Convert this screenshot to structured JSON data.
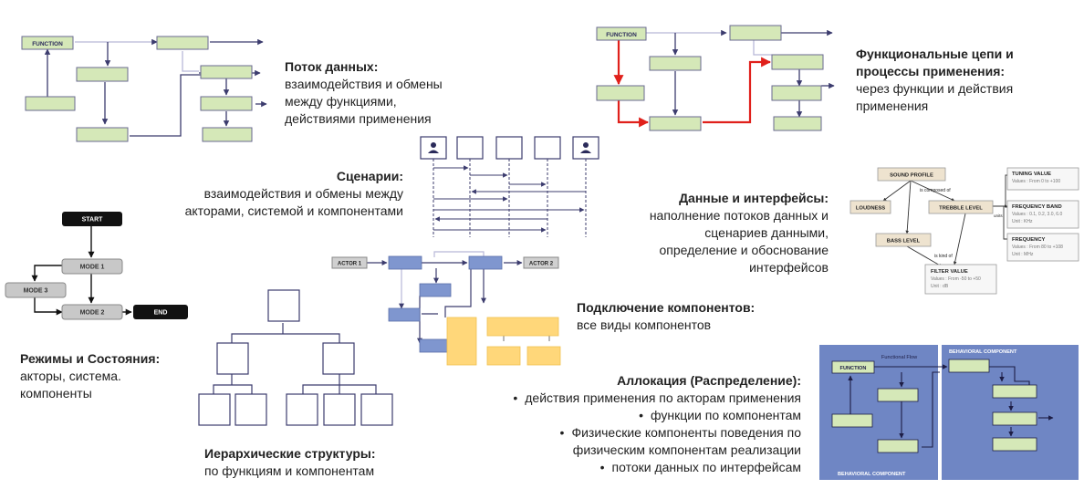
{
  "colors": {
    "green_fill": "#d5e8b8",
    "green_stroke": "#5a5a8a",
    "arrow_navy": "#3c3c6e",
    "highlight_red": "#e0201b",
    "blue_box": "#7f96cf",
    "yellow_box": "#ffd77a",
    "alloc_bg": "#6f86c4",
    "mode_gray": "#c8c8c8",
    "mode_black": "#111111"
  },
  "captions": {
    "data_flow": {
      "title": "Поток данных:",
      "lines": [
        "взаимодействия и обмены",
        "между функциями,",
        "действиями применения"
      ]
    },
    "functional_chains": {
      "title_lines": [
        "Функциональные цепи и",
        "процессы применения:"
      ],
      "lines": [
        "через функции и действия",
        "применения"
      ]
    },
    "scenarios": {
      "title": "Сценарии:",
      "lines": [
        "взаимодействия и обмены между",
        "акторами, системой и компонентами"
      ]
    },
    "data_interfaces": {
      "title": "Данные и интерфейсы:",
      "lines": [
        "наполнение потоков данных и",
        "сценариев данными,",
        "определение и обоснование",
        "интерфейсов"
      ]
    },
    "modes_states": {
      "title": "Режимы и Состояния:",
      "lines": [
        "акторы, система.",
        "компоненты"
      ]
    },
    "component_connection": {
      "title": "Подключение компонентов:",
      "lines": [
        "все виды компонентов"
      ]
    },
    "allocation": {
      "title": "Аллокация (Распределение):",
      "items": [
        "действия применения по акторам применения",
        "функции по компонентам",
        "Физические компоненты поведения по",
        "физическим компонентам реализации",
        "потоки данных по интерфейсам"
      ]
    },
    "hierarchy": {
      "title": "Иерархические структуры:",
      "lines": [
        "по функциям и компонентам"
      ]
    }
  },
  "diagrams": {
    "data_flow": {
      "function_label": "FUNCTION"
    },
    "functional_chains": {
      "function_label": "FUNCTION"
    },
    "modes": {
      "start": "START",
      "mode1": "MODE 1",
      "mode2": "MODE 2",
      "mode3": "MODE 3",
      "end": "END"
    },
    "components": {
      "actor1": "ACTOR 1",
      "actor2": "ACTOR 2"
    },
    "data_model": {
      "sound_profile": "SOUND PROFILE",
      "composed_of": "is composed of",
      "loudness": "LOUDNESS",
      "trebble": "TREBBLE LEVEL",
      "bass": "BASS LEVEL",
      "units": "units",
      "kind_of": "is kind of",
      "filter_title": "FILTER VALUE",
      "filter_values": "Values : From -50 to +50",
      "filter_unit": "Unit : dB",
      "tuning_title": "TUNING VALUE",
      "tuning_values": "Values : From 0 to +100",
      "freq_band_title": "FREQUENCY BAND",
      "freq_band_values": "Values : 0.1, 0.2, 3.0, 6.0",
      "freq_band_unit": "Unit : KHz",
      "frequency_title": "FREQUENCY",
      "frequency_values": "Values : From 80 to +108",
      "frequency_unit": "Unit : MHz"
    },
    "allocation": {
      "functional_flow": "Functional Flow",
      "function_label": "FUNCTION",
      "behavioral_top": "BEHAVIORAL COMPONENT",
      "behavioral_bottom": "BEHAVIORAL COMPONENT"
    }
  }
}
